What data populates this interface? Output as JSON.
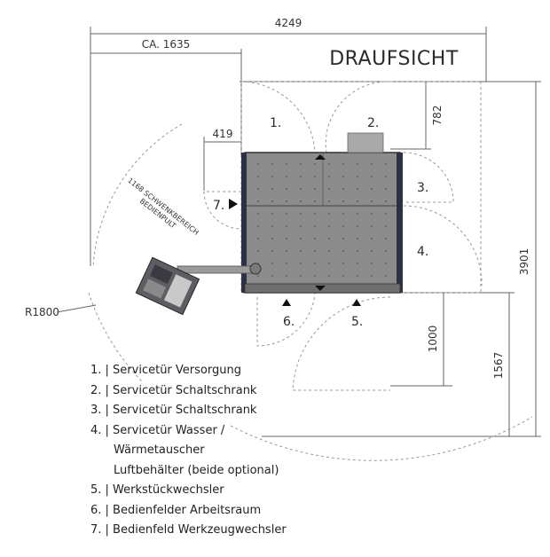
{
  "title": "DRAUFSICHT",
  "dimensions": {
    "total_width": "4249",
    "ca_width": "CA. 1635",
    "panel_offset": "419",
    "door_depth": "782",
    "total_height": "3901",
    "front_clearance": "1000",
    "front_total": "1567",
    "radius": "R1800"
  },
  "swing_label": {
    "line1": "1168 SCHWENKBEREICH",
    "line2": "BEDIENPULT"
  },
  "marker_labels": [
    "1.",
    "2.",
    "3.",
    "4.",
    "5.",
    "6.",
    "7."
  ],
  "legend": [
    "1. | Servicetür Versorgung",
    "2. | Servicetür Schaltschrank",
    "3. | Servicetür Schaltschrank",
    "4. | Servicetür Wasser /",
    "Wärmetauscher",
    "Luftbehälter (beide optional)",
    "5. | Werkstückwechsler",
    "6. | Bedienfelder Arbeitsraum",
    "7. | Bedienfeld Werkzeugwechsler"
  ]
}
